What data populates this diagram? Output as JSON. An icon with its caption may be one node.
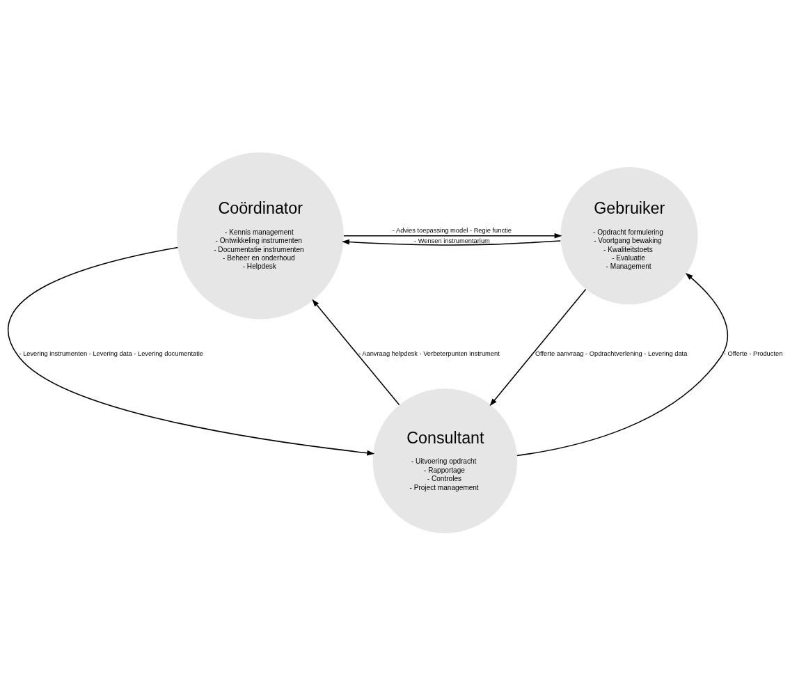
{
  "diagram": {
    "nodes": [
      {
        "text": [
          "Coördinator",
          "- Kennis management",
          "- Ontwikkeling instrumenten",
          "- Documentatie instrumenten",
          "- Beheer en onderhoud",
          "- Helpdesk"
        ]
      },
      {
        "text": [
          "Gebruiker",
          "- Opdracht formulering",
          "- Voortgang bewaking",
          "- Kwaliteitstoets",
          "- Evaluatie",
          "- Management"
        ]
      },
      {
        "text": [
          "Consultant",
          "- Uitvoering opdracht",
          "- Rapportage",
          "- Controles",
          "- Project management"
        ]
      }
    ],
    "edges": [
      {
        "from": 0,
        "to": 1,
        "arrow": "to",
        "label": "- Advies toepassing model - Regie functie"
      },
      {
        "from": 1,
        "to": 0,
        "arrow": "to",
        "label": "- Wensen instrumentarium"
      },
      {
        "from": 0,
        "to": 2,
        "arrow": "to",
        "label": "- Levering instrumenten - Levering data - Levering documentatie"
      },
      {
        "from": 2,
        "to": 0,
        "arrow": "to",
        "label": "- Aanvraag helpdesk - Verbeterpunten instrument"
      },
      {
        "from": 2,
        "to": 1,
        "arrow": "to",
        "label": "- Offerte - Producten"
      },
      {
        "from": 1,
        "to": 2,
        "arrow": "to",
        "label": "- Offerte aanvraag - Opdrachtverlening - Levering data"
      }
    ]
  }
}
